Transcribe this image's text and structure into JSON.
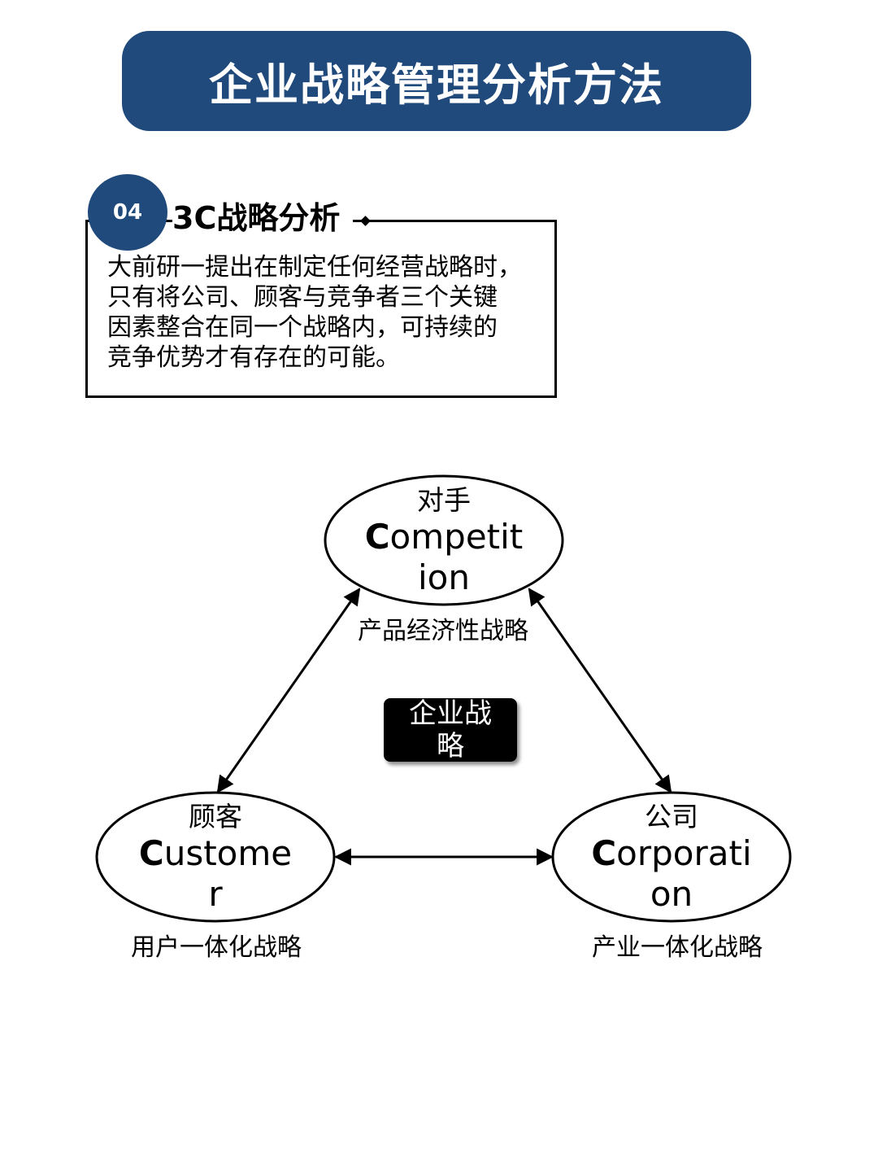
{
  "header": {
    "title": "企业战略管理分析方法"
  },
  "section": {
    "badge": "04",
    "title": "3C战略分析",
    "body_lines": [
      "大前研一提出在制定任何经营战略时，",
      "只有将公司、顾客与竞争者三个关键",
      "因素整合在同一个战略内，可持续的",
      "竞争优势才有存在的可能。"
    ]
  },
  "diagram": {
    "center": "企业战略",
    "competition": {
      "cn": "对手",
      "en_cap": "C",
      "en_line1": "ompetit",
      "en_line2": "ion",
      "strategy": "产品经济性战略"
    },
    "customer": {
      "cn": "顾客",
      "en_cap": "C",
      "en_line1": "ustome",
      "en_line2": "r",
      "strategy": "用户一体化战略"
    },
    "corporation": {
      "cn": "公司",
      "en_cap": "C",
      "en_line1": "orporati",
      "en_line2": "on",
      "strategy": "产业一体化战略"
    }
  }
}
